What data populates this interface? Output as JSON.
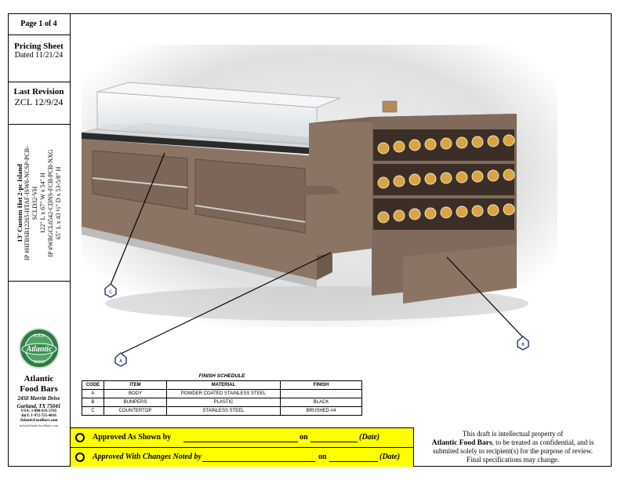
{
  "sidebar": {
    "page": "Page 1 of 4",
    "pricing_label": "Pricing Sheet",
    "pricing_date": "Dated 11/21/24",
    "revision_label": "Last Revision",
    "revision_value": "ZCL 12/9/24",
    "product_title": "13' Custom Hot 2-pc Island",
    "ip1": "IP #HFBSB12265-HTAF-ISW6-NCSP-PCB-",
    "ip1b": "SCLD32-VH",
    "dims1": "122\" L x 67\" W x 54\" H",
    "ip2": "IP #WRGCL6542-CDNS-FCB-PCB-NXG",
    "dims2": "65\" L x 43 ½\" D x 53-5/8\" H"
  },
  "company": {
    "logo_text": "Atlantic",
    "logo_top": "FOOD",
    "logo_bottom": "BARS",
    "name_line1": "Atlantic",
    "name_line2": "Food Bars",
    "street": "2450 Merritt Drive",
    "city": "Garland, TX 75041",
    "usa_phone": "USA: 1-888-633-5765",
    "intl_phone": "Int'l: 1-972-755-4810",
    "website": "AtlanticFoodBars.com",
    "email": "info@atlanticfoodbars.com"
  },
  "callouts": {
    "a": "A",
    "b": "B",
    "c": "C"
  },
  "finish_schedule": {
    "title": "FINISH SCHEDULE",
    "headers": [
      "CODE",
      "ITEM",
      "MATERIAL",
      "FINISH"
    ],
    "rows": [
      [
        "A",
        "BODY",
        "POWDER COATED STAINLESS STEEL",
        ""
      ],
      [
        "B",
        "BUMPERS",
        "PLASTIC",
        "BLACK"
      ],
      [
        "C",
        "COUNTERTOP",
        "STAINLESS STEEL",
        "BRUSHED #4"
      ]
    ]
  },
  "approval": {
    "row1_label": "Approved As Shown by",
    "row1_on": "on",
    "row1_date": "(Date)",
    "row2_label": "Approved With Changes Noted by",
    "row2_on": "on",
    "row2_date": "(Date)"
  },
  "disclaimer": {
    "line1": "This draft is intellectual property of",
    "company": "Atlantic Food Bars",
    "line2": ", to be treated as confidential, and is",
    "line3": "submited solely to recipient(s) for the purpose of review.",
    "line4": "Final specifications may change."
  },
  "colors": {
    "body": "#8c7464",
    "approve_bg": "#ffff00"
  }
}
